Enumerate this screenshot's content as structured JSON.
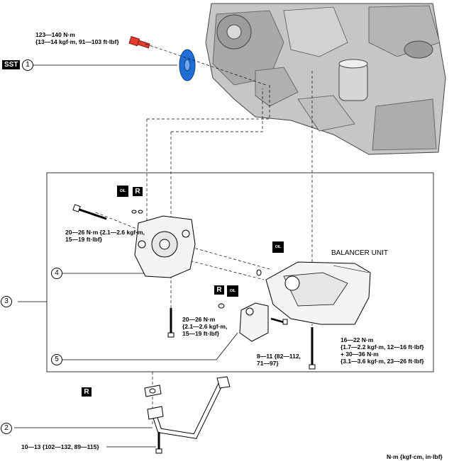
{
  "torques": {
    "bolt_top": [
      "123—140 N·m",
      "{13—14 kgf·m, 91—103 ft·lbf}"
    ],
    "pump_left": [
      "20—26 N·m {2.1—2.6 kgf·m,",
      "15—19 ft·lbf}"
    ],
    "pump_mid": [
      "20—26 N·m",
      "{2.1—2.6 kgf·m,",
      "15—19 ft·lbf}"
    ],
    "strainer": [
      "8—11 {82—112,",
      "71—97}"
    ],
    "balancer": [
      "16—22 N·m",
      "{1.7—2.2 kgf·m, 12—16 ft·lbf}",
      "+ 30—36 N·m",
      "{3.1—3.6 kgf·m, 23—26 ft·lbf}"
    ],
    "pipe": "10—13 {102—132, 89—115}"
  },
  "labels": {
    "sst": "SST",
    "balancer_unit": "BALANCER UNIT",
    "units": "N·m {kgf·cm, in·lbf}",
    "r": "R",
    "oil": "OIL"
  },
  "callouts": [
    "1",
    "2",
    "3",
    "4",
    "5"
  ],
  "colors": {
    "sprocket": "#1f6fd6",
    "bolt": "#e23b2e",
    "line": "#000000",
    "engine_gray": "#bdbdbd"
  }
}
